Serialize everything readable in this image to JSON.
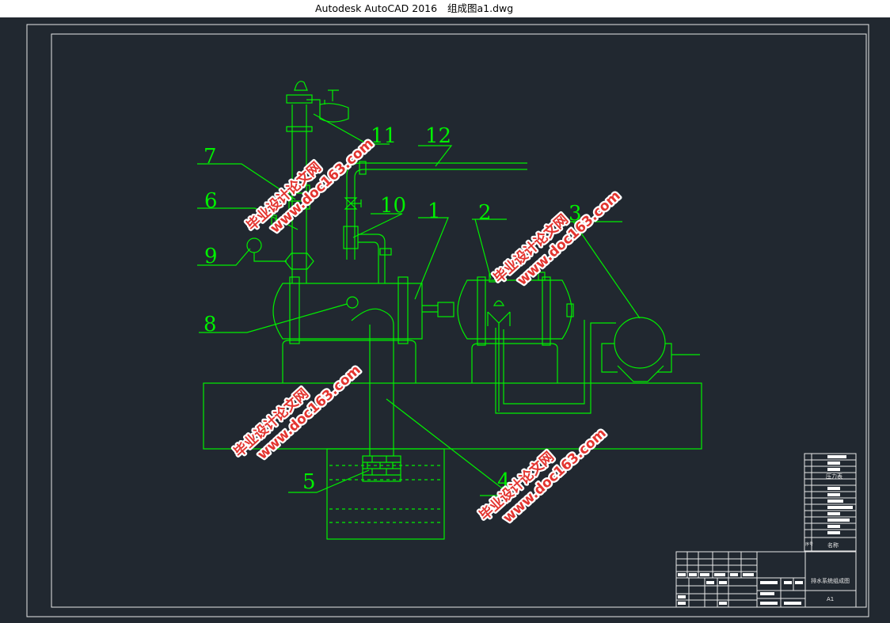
{
  "window": {
    "app_title": "Autodesk AutoCAD 2016",
    "file_name": "组成图a1.dwg"
  },
  "drawing": {
    "part_labels": [
      "1",
      "2",
      "3",
      "4",
      "5",
      "6",
      "7",
      "8",
      "9",
      "10",
      "11",
      "12"
    ],
    "title_block": {
      "drawing_title": "排水系统组成图",
      "sheet_size": "A1",
      "name_header": "名称",
      "seq_header": "序号",
      "row_text": "压力表"
    }
  },
  "watermark": {
    "brand": "毕业设计论文网",
    "url": "www.doc163.com"
  },
  "colors": {
    "background": "#212830",
    "lines": "#00f000",
    "frame": "#e8e8e8",
    "watermark": "#e3342f"
  }
}
